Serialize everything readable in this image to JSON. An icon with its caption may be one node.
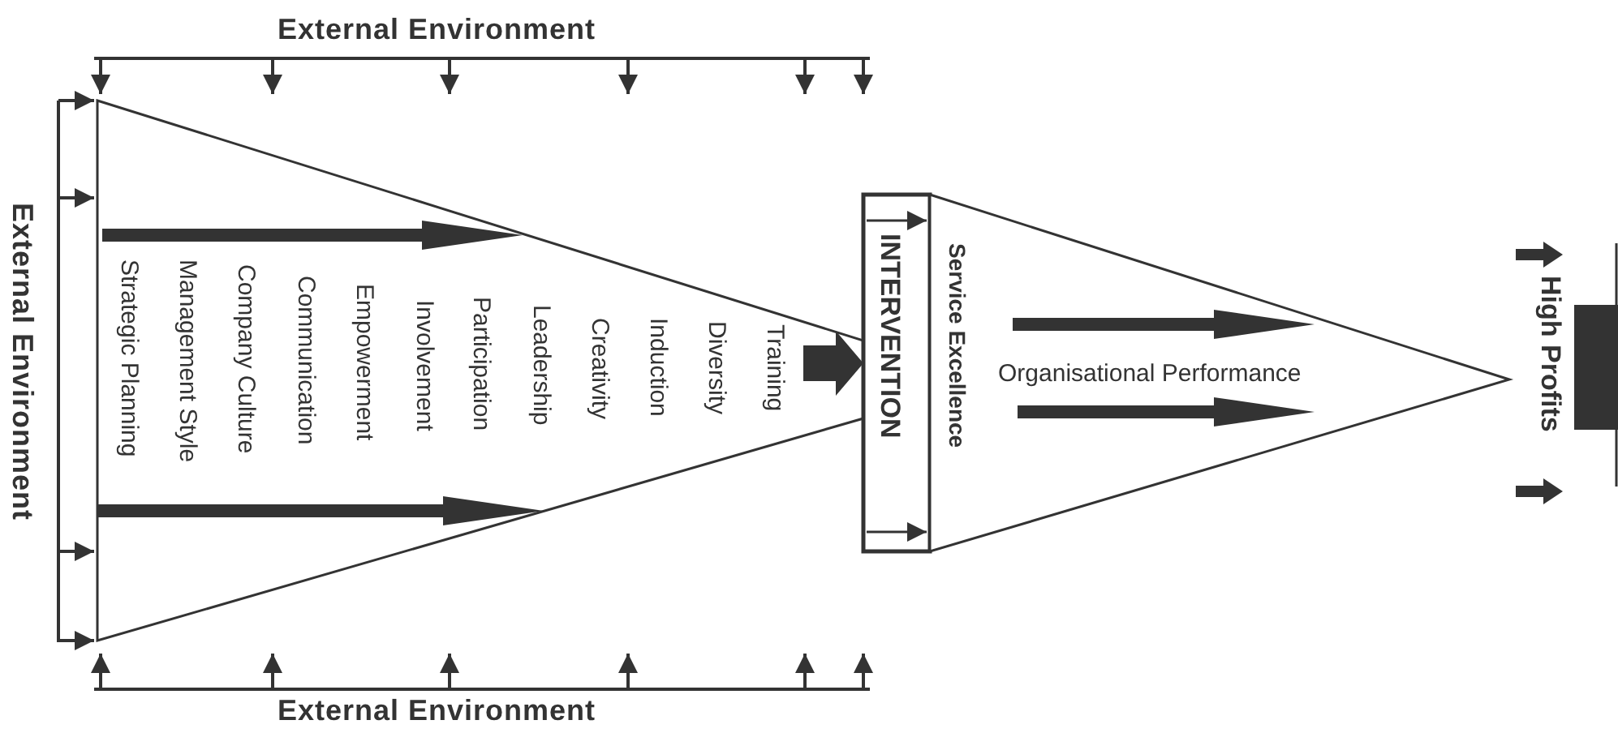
{
  "diagram": {
    "nodes": [
      {
        "text": [
          "Strategic Planning",
          "Management Style",
          "Company Culture",
          "Communication",
          "Empowerment",
          "Involvement",
          "Participation",
          "Leadership",
          "Creativity",
          "Induction",
          "Diversity",
          "Training"
        ]
      },
      {
        "text": [
          "INTERVENTION"
        ]
      },
      {
        "text": [
          "Service Excellence",
          "Organisational Performance"
        ]
      },
      {
        "text": [
          "High Profits"
        ]
      },
      {
        "text": [],
        "shape": "bar"
      }
    ],
    "edges": [
      {
        "from": 0,
        "to": 1,
        "arrow": "to"
      }
    ],
    "labels": [
      "External Environment",
      "External Environment",
      "External Environment"
    ]
  }
}
